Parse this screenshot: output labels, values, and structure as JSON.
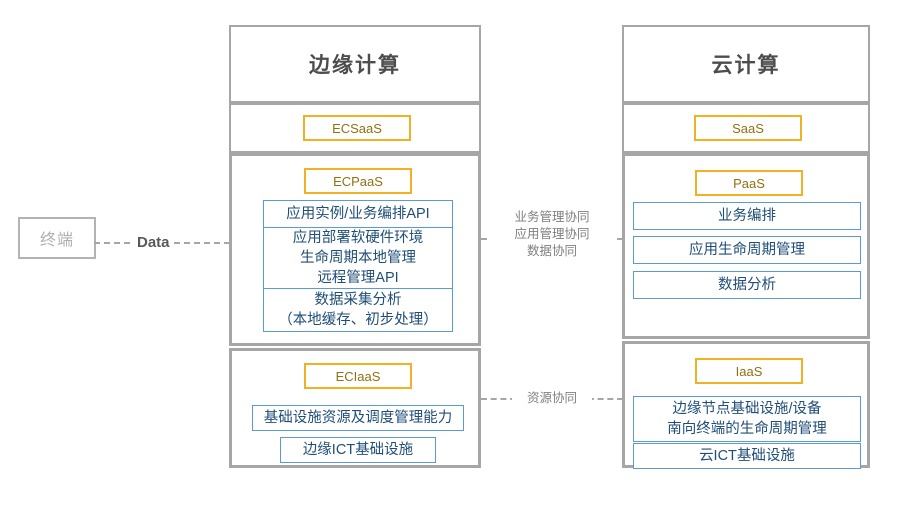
{
  "diagram": {
    "title_left": "边缘计算",
    "title_right": "云计算",
    "terminal": {
      "label": "终端"
    },
    "connectors": {
      "data": "Data",
      "middle": [
        "业务管理协同",
        "应用管理协同",
        "数据协同"
      ],
      "bottom": "资源协同"
    },
    "colors": {
      "panel_border": "#a6a6a6",
      "tag_border": "#f2b122",
      "tag_text": "#927011",
      "box_border": "#5b9bd5",
      "box_text": "#1f4e79",
      "title_text": "#4d4d4d",
      "terminal_border": "#b3b3b3",
      "terminal_text": "#b0b0b0",
      "dash_line": "#a6a6a6"
    },
    "left_column": {
      "saas": {
        "tag": "ECSaaS",
        "items": []
      },
      "paas": {
        "tag": "ECPaaS",
        "items": [
          {
            "lines": [
              "应用实例/业务编排API"
            ]
          },
          {
            "lines": [
              "应用部署软硬件环境",
              "生命周期本地管理",
              "远程管理API"
            ]
          },
          {
            "lines": [
              "数据采集分析",
              "（本地缓存、初步处理）"
            ]
          }
        ]
      },
      "iaas": {
        "tag": "ECIaaS",
        "items": [
          {
            "lines": [
              "基础设施资源及调度管理能力"
            ]
          },
          {
            "lines": [
              "边缘ICT基础设施"
            ]
          }
        ]
      }
    },
    "right_column": {
      "saas": {
        "tag": "SaaS",
        "items": []
      },
      "paas": {
        "tag": "PaaS",
        "items": [
          {
            "lines": [
              "业务编排"
            ]
          },
          {
            "lines": [
              "应用生命周期管理"
            ]
          },
          {
            "lines": [
              "数据分析"
            ]
          }
        ]
      },
      "iaas": {
        "tag": "IaaS",
        "items": [
          {
            "lines": [
              "边缘节点基础设施/设备",
              "南向终端的生命周期管理"
            ]
          },
          {
            "lines": [
              "云ICT基础设施"
            ]
          }
        ]
      }
    }
  }
}
